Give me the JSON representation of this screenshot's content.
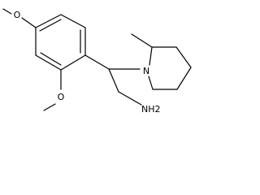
{
  "molecule": {
    "atoms": {
      "o_top": "O",
      "o_bottom": "O",
      "n_ring": "N",
      "amine": "NH2"
    }
  }
}
